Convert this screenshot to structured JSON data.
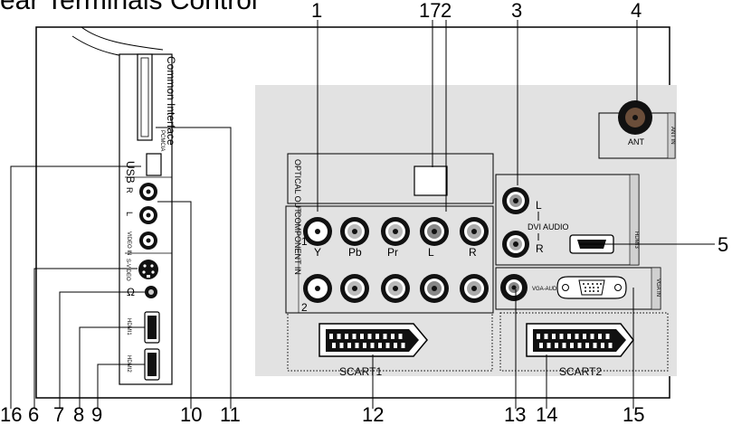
{
  "heading": "ear Terminals Control",
  "panel": {
    "common_interface": "Common Interface",
    "usb": "USB",
    "side_audio": [
      "R",
      "L",
      "VIDEO IN"
    ],
    "svideo": "S-VIDEO",
    "headphone": "Ω",
    "hdmi_side": [
      "HDMI1",
      "HDMI2"
    ],
    "optical": "OPTICAL OUT",
    "component_in": "COMPONENT IN",
    "row_numbers": [
      "1",
      "2"
    ],
    "component_labels": [
      "Y",
      "Pb",
      "Pr",
      "L",
      "R"
    ],
    "dvi_audio": "DVI AUDIO",
    "dvi_l": "L",
    "dvi_r": "R",
    "hdmi3": "HDMI3",
    "vga_audio": "VGA-AUDIO",
    "vga_in": "VGA IN",
    "ant": "ANT",
    "ant_in": "ANT IN",
    "scart1": "SCART1",
    "scart2": "SCART2"
  },
  "callouts": {
    "top": [
      "1",
      "17",
      "2",
      "3",
      "4"
    ],
    "right": "5",
    "bottom": [
      "16",
      "6",
      "7",
      "8",
      "9",
      "10",
      "11",
      "12",
      "13",
      "14",
      "15"
    ]
  }
}
